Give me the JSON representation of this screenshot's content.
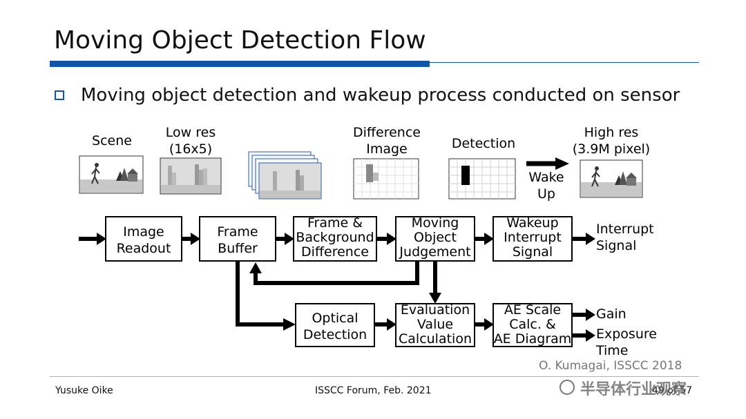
{
  "title": "Moving Object Detection Flow",
  "bullet": "Moving object detection and wakeup process conducted on sensor",
  "images": {
    "scene": "Scene",
    "low_res_1": "Low res",
    "low_res_2": "(16x5)",
    "difference_1": "Difference",
    "difference_2": "Image",
    "detection": "Detection",
    "wake_1": "Wake",
    "wake_2": "Up",
    "high_res_1": "High res",
    "high_res_2": "(3.9M pixel)"
  },
  "blocks": {
    "image_readout": [
      "Image",
      "Readout"
    ],
    "frame_buffer": [
      "Frame",
      "Buffer"
    ],
    "frame_bg_diff": [
      "Frame &",
      "Background",
      "Difference"
    ],
    "moving_object": [
      "Moving",
      "Object",
      "Judgement"
    ],
    "wakeup_interrupt": [
      "Wakeup",
      "Interrupt",
      "Signal"
    ],
    "optical_detection": [
      "Optical",
      "Detection"
    ],
    "evaluation_value": [
      "Evaluation",
      "Value",
      "Calculation"
    ],
    "ae_scale": [
      "AE Scale",
      "Calc. &",
      "AE Diagram"
    ]
  },
  "outputs": {
    "interrupt_1": "Interrupt",
    "interrupt_2": "Signal",
    "gain": "Gain",
    "exposure_1": "Exposure",
    "exposure_2": "Time"
  },
  "citation": "O. Kumagai, ISSCC 2018",
  "footer": {
    "author": "Yusuke Oike",
    "event": "ISSCC Forum, Feb. 2021",
    "page": "49 of 57"
  },
  "watermark": "半导体行业观察",
  "colors": {
    "accent": "#1155aa"
  }
}
